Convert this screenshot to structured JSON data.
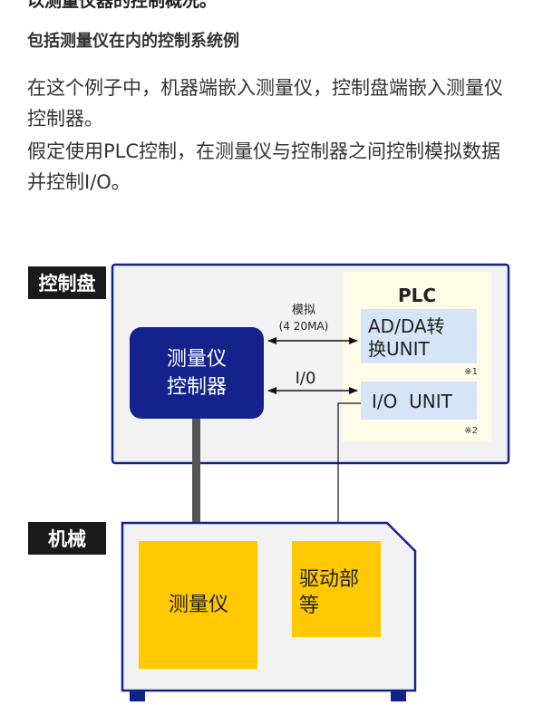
{
  "header": {
    "clipped_heading": "以测量仪器的控制概况。",
    "section_title": "包括测量仪在内的控制系统例"
  },
  "paragraphs": [
    "在这个例子中，机器端嵌入测量仪，控制盘端嵌入测量仪控制器。",
    "假定使用PLC控制，在测量仪与控制器之间控制模拟数据并控制I/O。"
  ],
  "diagram": {
    "control_panel_tag": "控制盘",
    "machine_tag": "机械",
    "plc_title": "PLC",
    "controller_line1": "测量仪",
    "controller_line2": "控制器",
    "analog_label": "模拟",
    "analog_range": "(4 20MA)",
    "io_label": "I/0",
    "adda_line1": "AD/DA转",
    "adda_line2": "换UNIT",
    "adda_note": "※1",
    "io_unit": "I/O  UNIT",
    "io_note": "※2",
    "instrument": "测量仪",
    "drive_line1": "驱动部",
    "drive_line2": "等"
  },
  "colors": {
    "navy": "#14238c",
    "panel_bg": "#f2f2f2",
    "plc_bg": "#fffbe6",
    "unit_bg": "#d6e4f7",
    "yellow": "#ffc800",
    "tag_bg": "#1a1a1a",
    "cable": "#555555"
  }
}
